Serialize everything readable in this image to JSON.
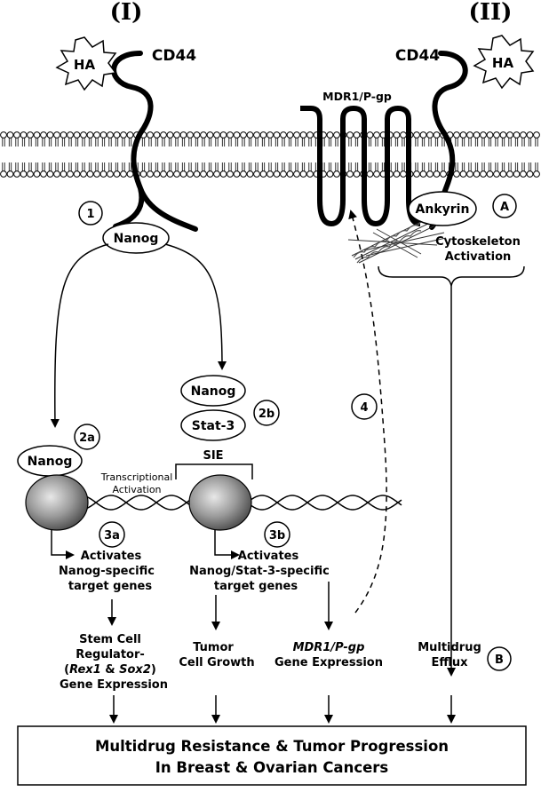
{
  "panels": {
    "left": "(I)",
    "right": "(II)"
  },
  "receptors": {
    "ha": "HA",
    "cd44": "CD44"
  },
  "transporter": {
    "label": "MDR1/P-gp"
  },
  "proteins": {
    "nanog": "Nanog",
    "stat3": "Stat-3",
    "sie": "SIE",
    "ankyrin": "Ankyrin"
  },
  "cytoskeleton": {
    "line1": "Cytoskeleton",
    "line2": "Activation"
  },
  "steps": {
    "s1": "1",
    "s2a": "2a",
    "s2b": "2b",
    "s3a": "3a",
    "s3b": "3b",
    "s4": "4",
    "sA": "A",
    "sB": "B"
  },
  "transcription": {
    "line1": "Transcriptional",
    "line2": "Activation"
  },
  "activates_a": {
    "line1": "Activates",
    "line2": "Nanog-specific",
    "line3": "target genes"
  },
  "activates_b": {
    "line1": "Activates",
    "line2": "Nanog/Stat-3-specific",
    "line3": "target genes"
  },
  "outcomes": {
    "stem": {
      "line1": "Stem Cell",
      "line2": "Regulator-",
      "line3_pre": "(",
      "rex1": "Rex1",
      "amp": " & ",
      "sox2": "Sox2",
      "line3_post": ")",
      "line4": "Gene Expression"
    },
    "tumor": {
      "line1": "Tumor",
      "line2": "Cell Growth"
    },
    "mdr": {
      "line1": "MDR1/P-gp",
      "line2": "Gene Expression"
    },
    "efflux": {
      "line1": "Multidrug",
      "line2": "Efflux"
    }
  },
  "result": {
    "line1": "Multidrug Resistance & Tumor Progression",
    "line2": "In Breast & Ovarian Cancers"
  }
}
